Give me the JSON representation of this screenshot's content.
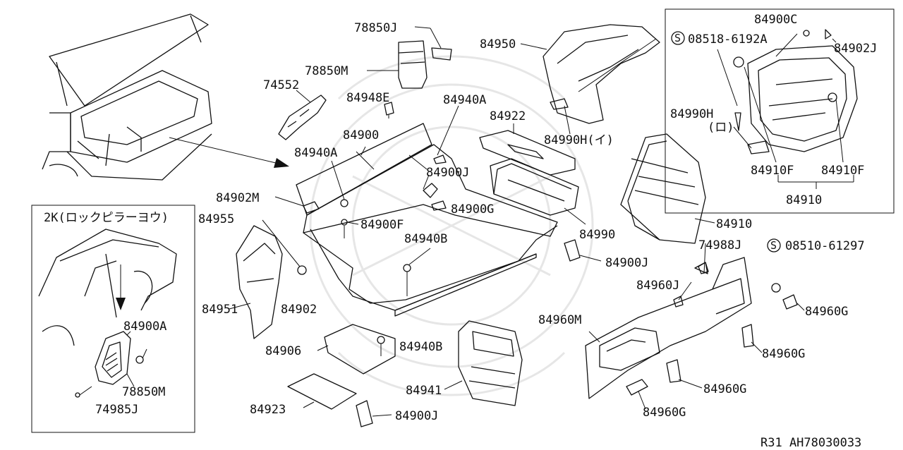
{
  "diagram": {
    "inset_title": "2K(ロックピラーヨウ)",
    "footer": "R31  AH78030033",
    "labels": {
      "l78850J": "78850J",
      "l84950": "84950",
      "l84900C": "84900C",
      "l08518": "08518-6192A",
      "l84902J": "84902J",
      "l78850M_top": "78850M",
      "l74552": "74552",
      "l84948E": "84948E",
      "l84940A_a": "84940A",
      "l84922": "84922",
      "l84990H_i": "84990H(イ)",
      "l84990H": "84990H",
      "l_ro": "(ロ)",
      "l84900_main": "84900",
      "l84940A_b": "84940A",
      "l84900J_a": "84900J",
      "l84910F_a": "84910F",
      "l84910F_b": "84910F",
      "l84910_box": "84910",
      "l84902M": "84902M",
      "l84900G": "84900G",
      "l84955": "84955",
      "l84900F": "84900F",
      "l84990": "84990",
      "l84910": "84910",
      "l84940B_a": "84940B",
      "l74988J": "74988J",
      "l08510": "08510-61297",
      "l84900J_b": "84900J",
      "l84960J": "84960J",
      "l84951": "84951",
      "l84902": "84902",
      "l84960G_a": "84960G",
      "l84900A": "84900A",
      "l84960M": "84960M",
      "l84906": "84906",
      "l84940B_b": "84940B",
      "l84960G_b": "84960G",
      "l78850M_inset": "78850M",
      "l84941": "84941",
      "l84960G_c": "84960G",
      "l74985J": "74985J",
      "l84923": "84923",
      "l84960G_d": "84960G",
      "l84900J_c": "84900J"
    },
    "symbol_s": "S"
  }
}
